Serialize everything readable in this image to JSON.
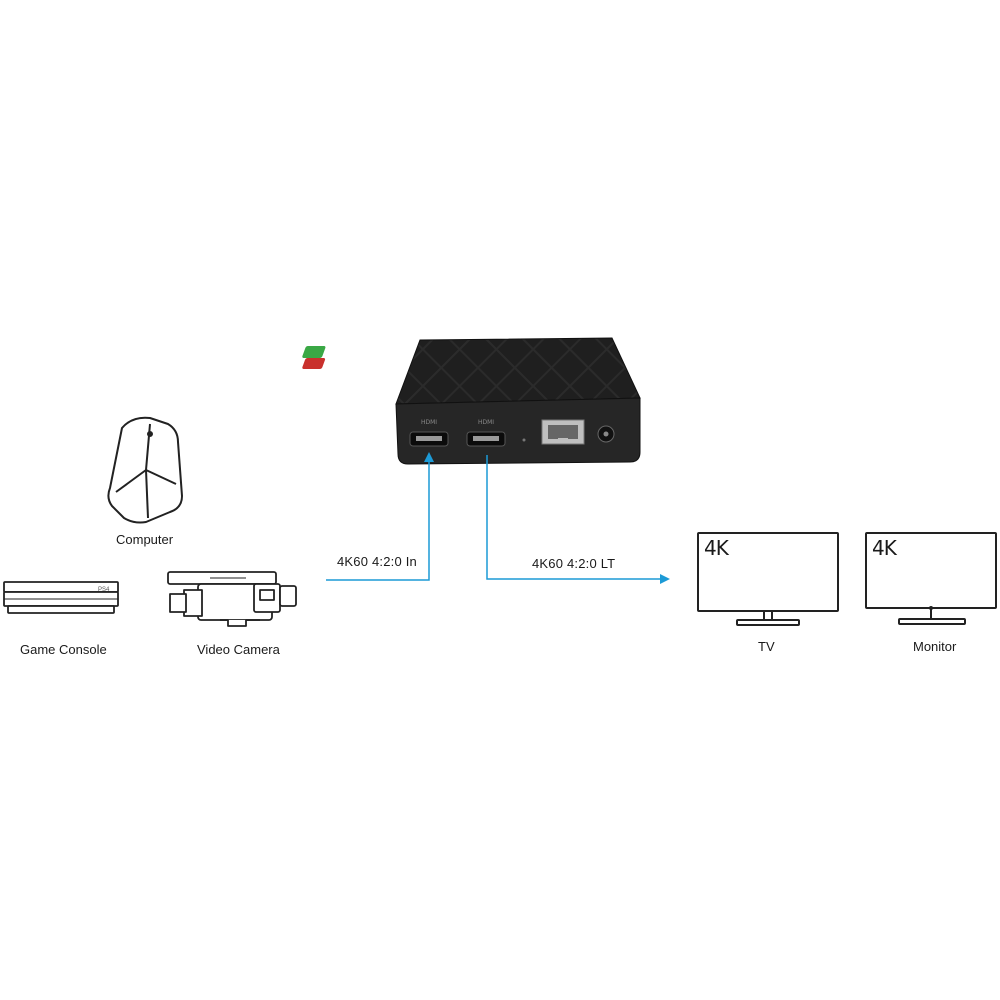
{
  "sources": {
    "computer": "Computer",
    "game_console": "Game Console",
    "video_camera": "Video Camera"
  },
  "connections": {
    "input": "4K60  4:2:0 In",
    "output": "4K60  4:2:0 LT"
  },
  "displays": {
    "tv": {
      "name": "TV",
      "badge": "4K"
    },
    "monitor": {
      "name": "Monitor",
      "badge": "4K"
    }
  },
  "console_brand": "PS4",
  "colors": {
    "signal_line": "#1c9ad6",
    "device_body": "#2a2a2a",
    "led_green": "#3aa845",
    "led_red": "#c9302c",
    "outline": "#222222"
  }
}
